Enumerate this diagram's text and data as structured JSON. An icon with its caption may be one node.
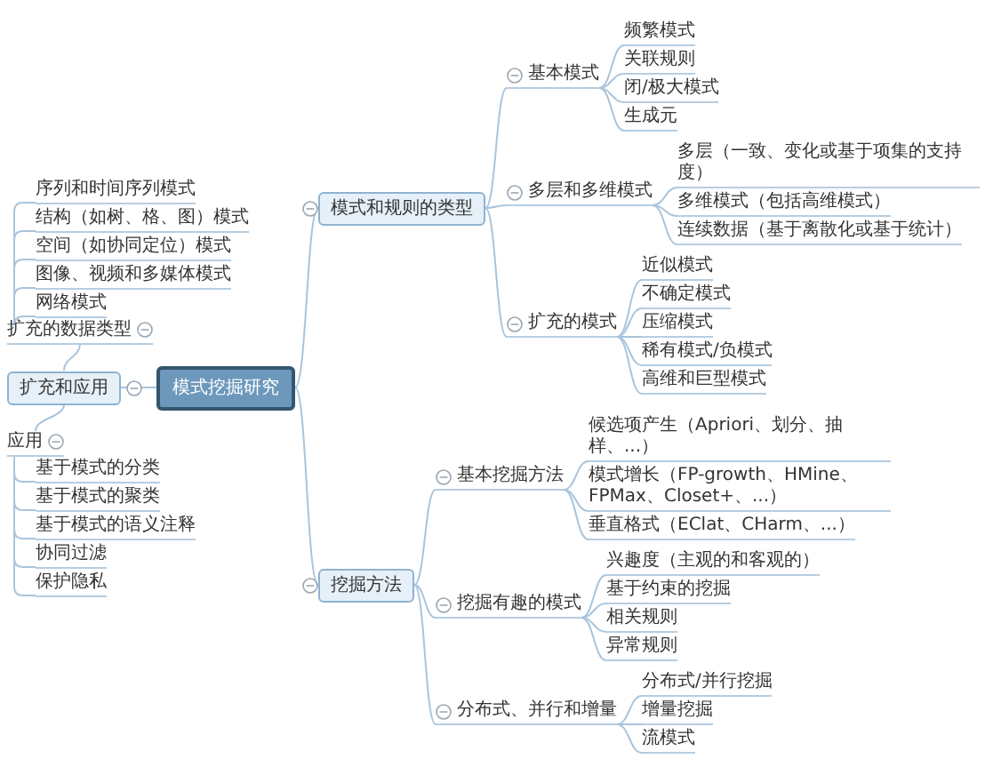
{
  "diagram": {
    "nodes": [
      {
        "text": [
          "模式挖掘研究"
        ]
      },
      {
        "text": [
          "模式和规则的类型"
        ]
      },
      {
        "text": [
          "基本模式"
        ]
      },
      {
        "text": [
          "频繁模式"
        ]
      },
      {
        "text": [
          "关联规则"
        ]
      },
      {
        "text": [
          "闭/极大模式"
        ]
      },
      {
        "text": [
          "生成元"
        ]
      },
      {
        "text": [
          "多层和多维模式"
        ]
      },
      {
        "text": [
          "多层（一致、变化或基于项集的支持度）"
        ]
      },
      {
        "text": [
          "多维模式（包括高维模式）"
        ]
      },
      {
        "text": [
          "连续数据（基于离散化或基于统计）"
        ]
      },
      {
        "text": [
          "扩充的模式"
        ]
      },
      {
        "text": [
          "近似模式"
        ]
      },
      {
        "text": [
          "不确定模式"
        ]
      },
      {
        "text": [
          "压缩模式"
        ]
      },
      {
        "text": [
          "稀有模式/负模式"
        ]
      },
      {
        "text": [
          "高维和巨型模式"
        ]
      },
      {
        "text": [
          "挖掘方法"
        ]
      },
      {
        "text": [
          "基本挖掘方法"
        ]
      },
      {
        "text": [
          "候选项产生（Apriori、划分、抽样、...）"
        ]
      },
      {
        "text": [
          "模式增长（FP-growth、HMine、FPMax、Closet+、...）"
        ]
      },
      {
        "text": [
          "垂直格式（EClat、CHarm、...）"
        ]
      },
      {
        "text": [
          "挖掘有趣的模式"
        ]
      },
      {
        "text": [
          "兴趣度（主观的和客观的）"
        ]
      },
      {
        "text": [
          "基于约束的挖掘"
        ]
      },
      {
        "text": [
          "相关规则"
        ]
      },
      {
        "text": [
          "异常规则"
        ]
      },
      {
        "text": [
          "分布式、并行和增量"
        ]
      },
      {
        "text": [
          "分布式/并行挖掘"
        ]
      },
      {
        "text": [
          "增量挖掘"
        ]
      },
      {
        "text": [
          "流模式"
        ]
      },
      {
        "text": [
          "扩充和应用"
        ]
      },
      {
        "text": [
          "扩充的数据类型"
        ]
      },
      {
        "text": [
          "序列和时间序列模式"
        ]
      },
      {
        "text": [
          "结构（如树、格、图）模式"
        ]
      },
      {
        "text": [
          "空间（如协同定位）模式"
        ]
      },
      {
        "text": [
          "图像、视频和多媒体模式"
        ]
      },
      {
        "text": [
          "网络模式"
        ]
      },
      {
        "text": [
          "应用"
        ]
      },
      {
        "text": [
          "基于模式的分类"
        ]
      },
      {
        "text": [
          "基于模式的聚类"
        ]
      },
      {
        "text": [
          "基于模式的语义注释"
        ]
      },
      {
        "text": [
          "协同过滤"
        ]
      },
      {
        "text": [
          "保护隐私"
        ]
      }
    ],
    "edges": [
      {
        "from": 0,
        "to": 1,
        "arrow": "none"
      },
      {
        "from": 1,
        "to": 2,
        "arrow": "none"
      },
      {
        "from": 2,
        "to": 3,
        "arrow": "none"
      },
      {
        "from": 2,
        "to": 4,
        "arrow": "none"
      },
      {
        "from": 2,
        "to": 5,
        "arrow": "none"
      },
      {
        "from": 2,
        "to": 6,
        "arrow": "none"
      },
      {
        "from": 1,
        "to": 7,
        "arrow": "none"
      },
      {
        "from": 7,
        "to": 8,
        "arrow": "none"
      },
      {
        "from": 7,
        "to": 9,
        "arrow": "none"
      },
      {
        "from": 7,
        "to": 10,
        "arrow": "none"
      },
      {
        "from": 1,
        "to": 11,
        "arrow": "none"
      },
      {
        "from": 11,
        "to": 12,
        "arrow": "none"
      },
      {
        "from": 11,
        "to": 13,
        "arrow": "none"
      },
      {
        "from": 11,
        "to": 14,
        "arrow": "none"
      },
      {
        "from": 11,
        "to": 15,
        "arrow": "none"
      },
      {
        "from": 11,
        "to": 16,
        "arrow": "none"
      },
      {
        "from": 0,
        "to": 17,
        "arrow": "none"
      },
      {
        "from": 17,
        "to": 18,
        "arrow": "none"
      },
      {
        "from": 18,
        "to": 19,
        "arrow": "none"
      },
      {
        "from": 18,
        "to": 20,
        "arrow": "none"
      },
      {
        "from": 18,
        "to": 21,
        "arrow": "none"
      },
      {
        "from": 17,
        "to": 22,
        "arrow": "none"
      },
      {
        "from": 22,
        "to": 23,
        "arrow": "none"
      },
      {
        "from": 22,
        "to": 24,
        "arrow": "none"
      },
      {
        "from": 22,
        "to": 25,
        "arrow": "none"
      },
      {
        "from": 22,
        "to": 26,
        "arrow": "none"
      },
      {
        "from": 17,
        "to": 27,
        "arrow": "none"
      },
      {
        "from": 27,
        "to": 28,
        "arrow": "none"
      },
      {
        "from": 27,
        "to": 29,
        "arrow": "none"
      },
      {
        "from": 27,
        "to": 30,
        "arrow": "none"
      },
      {
        "from": 0,
        "to": 31,
        "arrow": "none"
      },
      {
        "from": 31,
        "to": 32,
        "arrow": "none"
      },
      {
        "from": 32,
        "to": 33,
        "arrow": "none"
      },
      {
        "from": 32,
        "to": 34,
        "arrow": "none"
      },
      {
        "from": 32,
        "to": 35,
        "arrow": "none"
      },
      {
        "from": 32,
        "to": 36,
        "arrow": "none"
      },
      {
        "from": 32,
        "to": 37,
        "arrow": "none"
      },
      {
        "from": 31,
        "to": 38,
        "arrow": "none"
      },
      {
        "from": 38,
        "to": 39,
        "arrow": "none"
      },
      {
        "from": 38,
        "to": 40,
        "arrow": "none"
      },
      {
        "from": 38,
        "to": 41,
        "arrow": "none"
      },
      {
        "from": 38,
        "to": 42,
        "arrow": "none"
      },
      {
        "from": 38,
        "to": 43,
        "arrow": "none"
      }
    ]
  }
}
